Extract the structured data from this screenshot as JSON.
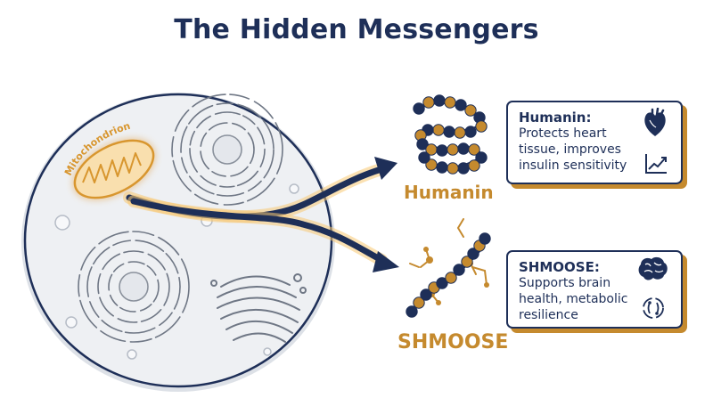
{
  "title": "The Hidden Messengers",
  "cell": {
    "organelle_label": "Mitochondrion"
  },
  "peptides": [
    {
      "name": "Humanin"
    },
    {
      "name": "SHMOOSE"
    }
  ],
  "cards": [
    {
      "title": "Humanin:",
      "body": "Protects heart\ntissue, improves\ninsulin sensitivity",
      "icons": [
        "heart-icon",
        "rising-chart-icon"
      ]
    },
    {
      "title": "SHMOOSE:",
      "body": "Supports brain\nhealth, metabolic\nresilience",
      "icons": [
        "brain-icon",
        "metabolism-cycle-icon"
      ]
    }
  ],
  "colors": {
    "navy": "#1e2f58",
    "gold": "#c58a2e",
    "cell_fill": "#eef0f3",
    "glow": "#f7c873"
  }
}
